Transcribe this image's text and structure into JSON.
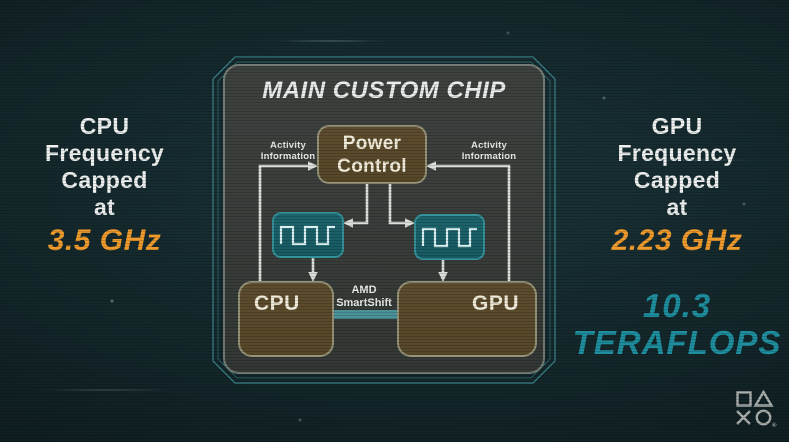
{
  "diagram": {
    "title": "MAIN CUSTOM CHIP",
    "power_control": {
      "line1": "Power",
      "line2": "Control"
    },
    "activity_left": {
      "line1": "Activity",
      "line2": "Information"
    },
    "activity_right": {
      "line1": "Activity",
      "line2": "Information"
    },
    "smartshift": {
      "line1": "AMD",
      "line2": "SmartShift"
    },
    "cpu_label": "CPU",
    "gpu_label": "GPU"
  },
  "left_caption": {
    "line1": "CPU",
    "line2": "Frequency",
    "line3": "Capped",
    "line4": "at",
    "value": "3.5 GHz"
  },
  "right_caption": {
    "line1": "GPU",
    "line2": "Frequency",
    "line3": "Capped",
    "line4": "at",
    "value": "2.23 GHz",
    "teraflops_value": "10.3",
    "teraflops_unit": "TERAFLOPS"
  },
  "logo": {
    "registered_mark": "®"
  },
  "colors": {
    "bg_deep": "#0b1618",
    "bg_mid": "#13262a",
    "bg_light": "#1b3438",
    "panel_bg": "#3b3f3c",
    "panel_border": "#9dab9f",
    "frame_teal": "#3f8a90",
    "box_brown": "#564729",
    "box_brown_border": "#a8ad97",
    "box_teal": "#175a62",
    "box_teal_border": "#35919a",
    "wave_stroke": "#d8f0f2",
    "connector": "#dbe0da",
    "smartshift_arrow": "#4a9aa1",
    "text_white": "#eef1ef",
    "text_warm": "#f1ebd9",
    "accent_orange": "#ef9b2d",
    "accent_teal": "#1f8fa0",
    "logo_gray": "#a9afac"
  }
}
